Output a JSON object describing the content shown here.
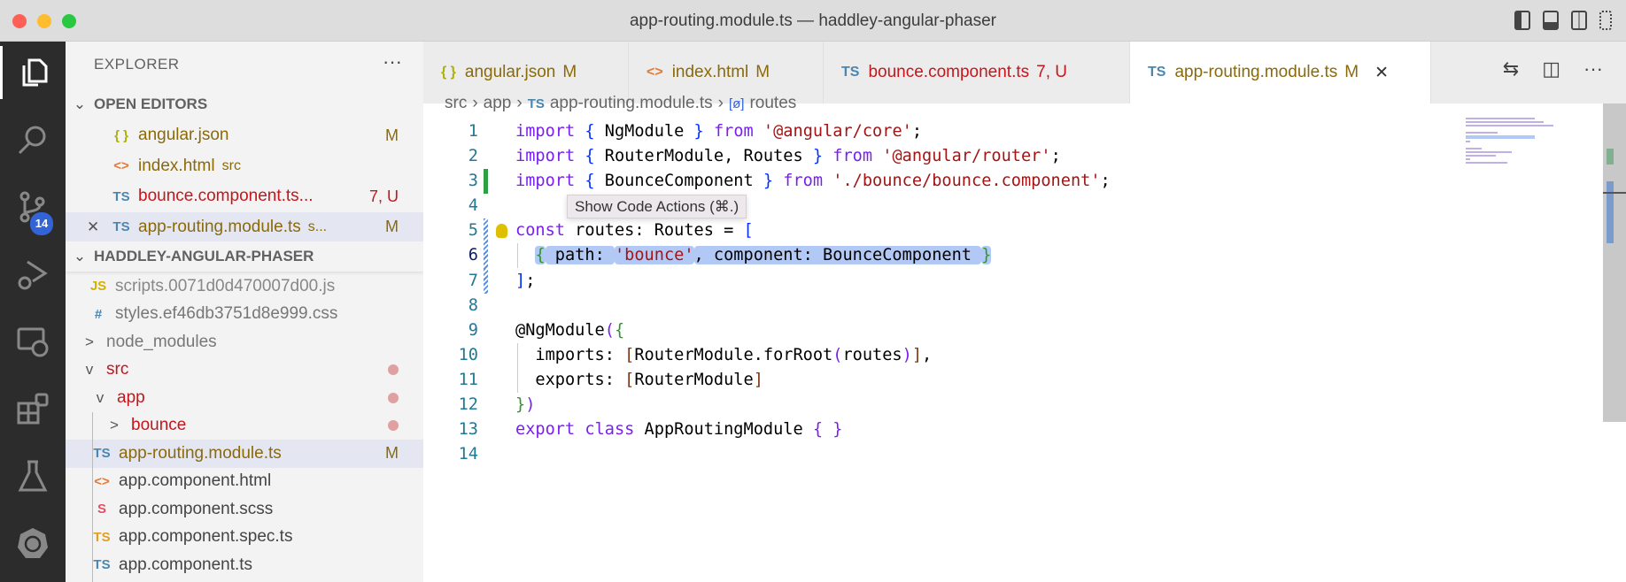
{
  "window": {
    "title": "app-routing.module.ts — haddley-angular-phaser"
  },
  "activity_bar": {
    "source_control_badge": "14"
  },
  "sidebar": {
    "title": "EXPLORER",
    "more": "···",
    "open_editors": {
      "label": "OPEN EDITORS",
      "items": [
        {
          "icon": "{ }",
          "icon_color": "#a9b10a",
          "name": "angular.json",
          "hint": "",
          "status": "M",
          "color": "#8a6a0a"
        },
        {
          "icon": "<>",
          "icon_color": "#e37933",
          "name": "index.html",
          "hint": "src",
          "status": "",
          "color": "#8a6a0a"
        },
        {
          "icon": "TS",
          "icon_color": "#4a86b0",
          "name": "bounce.component.ts...",
          "hint": "",
          "status": "7, U",
          "color": "#c4161c"
        },
        {
          "icon": "TS",
          "icon_color": "#4a86b0",
          "name": "app-routing.module.ts",
          "hint": "s...",
          "status": "M",
          "color": "#8a6a0a"
        }
      ]
    },
    "project": {
      "label": "HADDLEY-ANGULAR-PHASER",
      "items": [
        {
          "icon": "JS",
          "icon_color": "#d4b000",
          "name": "scripts.0071d0d470007d00.js",
          "status": "",
          "color": "#888"
        },
        {
          "icon": "#",
          "icon_color": "#4a86b0",
          "name": "styles.ef46db3751d8e999.css",
          "status": "",
          "color": "#777"
        },
        {
          "icon": ">",
          "icon_color": "#555",
          "name": "node_modules",
          "status": "",
          "color": "#777"
        },
        {
          "icon": "v",
          "icon_color": "#555",
          "name": "src",
          "status": "dot",
          "color": "#c4161c"
        },
        {
          "icon": "v",
          "icon_color": "#555",
          "name": "app",
          "status": "dot",
          "color": "#c4161c"
        },
        {
          "icon": ">",
          "icon_color": "#555",
          "name": "bounce",
          "status": "dot",
          "color": "#c4161c"
        },
        {
          "icon": "TS",
          "icon_color": "#4a86b0",
          "name": "app-routing.module.ts",
          "status": "M",
          "color": "#8a6a0a"
        },
        {
          "icon": "<>",
          "icon_color": "#e37933",
          "name": "app.component.html",
          "status": "",
          "color": "#444"
        },
        {
          "icon": "S",
          "icon_color": "#e0506a",
          "name": "app.component.scss",
          "status": "",
          "color": "#444"
        },
        {
          "icon": "TS",
          "icon_color": "#e0a020",
          "name": "app.component.spec.ts",
          "status": "",
          "color": "#444"
        },
        {
          "icon": "TS",
          "icon_color": "#4a86b0",
          "name": "app.component.ts",
          "status": "",
          "color": "#444"
        }
      ]
    }
  },
  "tooltip": "Show Code Actions (⌘.)",
  "tabs": [
    {
      "icon": "{ }",
      "icon_color": "#a9b10a",
      "label": "angular.json",
      "status": "M",
      "color": "#8a6a0a"
    },
    {
      "icon": "<>",
      "icon_color": "#e37933",
      "label": "index.html",
      "status": "M",
      "color": "#8a6a0a"
    },
    {
      "icon": "TS",
      "icon_color": "#4a86b0",
      "label": "bounce.component.ts",
      "status": "7, U",
      "color": "#c4161c"
    },
    {
      "icon": "TS",
      "icon_color": "#4a86b0",
      "label": "app-routing.module.ts",
      "status": "M",
      "color": "#8a6a0a",
      "close": "✕"
    }
  ],
  "breadcrumb": [
    "src",
    "app",
    "app-routing.module.ts",
    "routes"
  ],
  "code": [
    [
      [
        "import",
        "k"
      ],
      [
        " ",
        "p"
      ],
      [
        "{",
        "b0"
      ],
      [
        " NgModule ",
        "p"
      ],
      [
        "}",
        "b0"
      ],
      [
        " ",
        "p"
      ],
      [
        "from",
        "k"
      ],
      [
        " ",
        "p"
      ],
      [
        "'@angular/core'",
        "s"
      ],
      [
        ";",
        "p"
      ]
    ],
    [
      [
        "import",
        "k"
      ],
      [
        " ",
        "p"
      ],
      [
        "{",
        "b0"
      ],
      [
        " RouterModule, Routes ",
        "p"
      ],
      [
        "}",
        "b0"
      ],
      [
        " ",
        "p"
      ],
      [
        "from",
        "k"
      ],
      [
        " ",
        "p"
      ],
      [
        "'@angular/router'",
        "s"
      ],
      [
        ";",
        "p"
      ]
    ],
    [
      [
        "import",
        "k"
      ],
      [
        " ",
        "p"
      ],
      [
        "{",
        "b0"
      ],
      [
        " BounceComponent ",
        "p"
      ],
      [
        "}",
        "b0"
      ],
      [
        " ",
        "p"
      ],
      [
        "from",
        "k"
      ],
      [
        " ",
        "p"
      ],
      [
        "'./bounce/bounce.component'",
        "s"
      ],
      [
        ";",
        "p"
      ]
    ],
    [],
    [
      [
        "const",
        "k"
      ],
      [
        " routes: Routes = ",
        "p"
      ],
      [
        "[",
        "b0"
      ]
    ],
    [
      [
        "  ",
        "p"
      ],
      [
        "{",
        "b1"
      ],
      [
        " path: ",
        "p"
      ],
      [
        "'bounce'",
        "s"
      ],
      [
        ", component: BounceComponent ",
        "p"
      ],
      [
        "}",
        "b1"
      ]
    ],
    [
      [
        "]",
        "b0"
      ],
      [
        ";",
        "p"
      ]
    ],
    [],
    [
      [
        "@NgModule",
        "p"
      ],
      [
        "(",
        "k"
      ],
      [
        "{",
        "b1"
      ]
    ],
    [
      [
        "  imports: ",
        "p"
      ],
      [
        "[",
        "b2"
      ],
      [
        "RouterModule.forRoot",
        "p"
      ],
      [
        "(",
        "k"
      ],
      [
        "routes",
        "p"
      ],
      [
        ")",
        "k"
      ],
      [
        "]",
        "b2"
      ],
      [
        ",",
        "p"
      ]
    ],
    [
      [
        "  exports: ",
        "p"
      ],
      [
        "[",
        "b2"
      ],
      [
        "RouterModule",
        "p"
      ],
      [
        "]",
        "b2"
      ]
    ],
    [
      [
        "}",
        "b1"
      ],
      [
        ")",
        "k"
      ]
    ],
    [
      [
        "export",
        "k"
      ],
      [
        " ",
        "p"
      ],
      [
        "class",
        "k"
      ],
      [
        " AppRoutingModule ",
        "p"
      ],
      [
        "{",
        "k"
      ],
      [
        " ",
        "p"
      ],
      [
        "}",
        "k"
      ]
    ],
    []
  ]
}
